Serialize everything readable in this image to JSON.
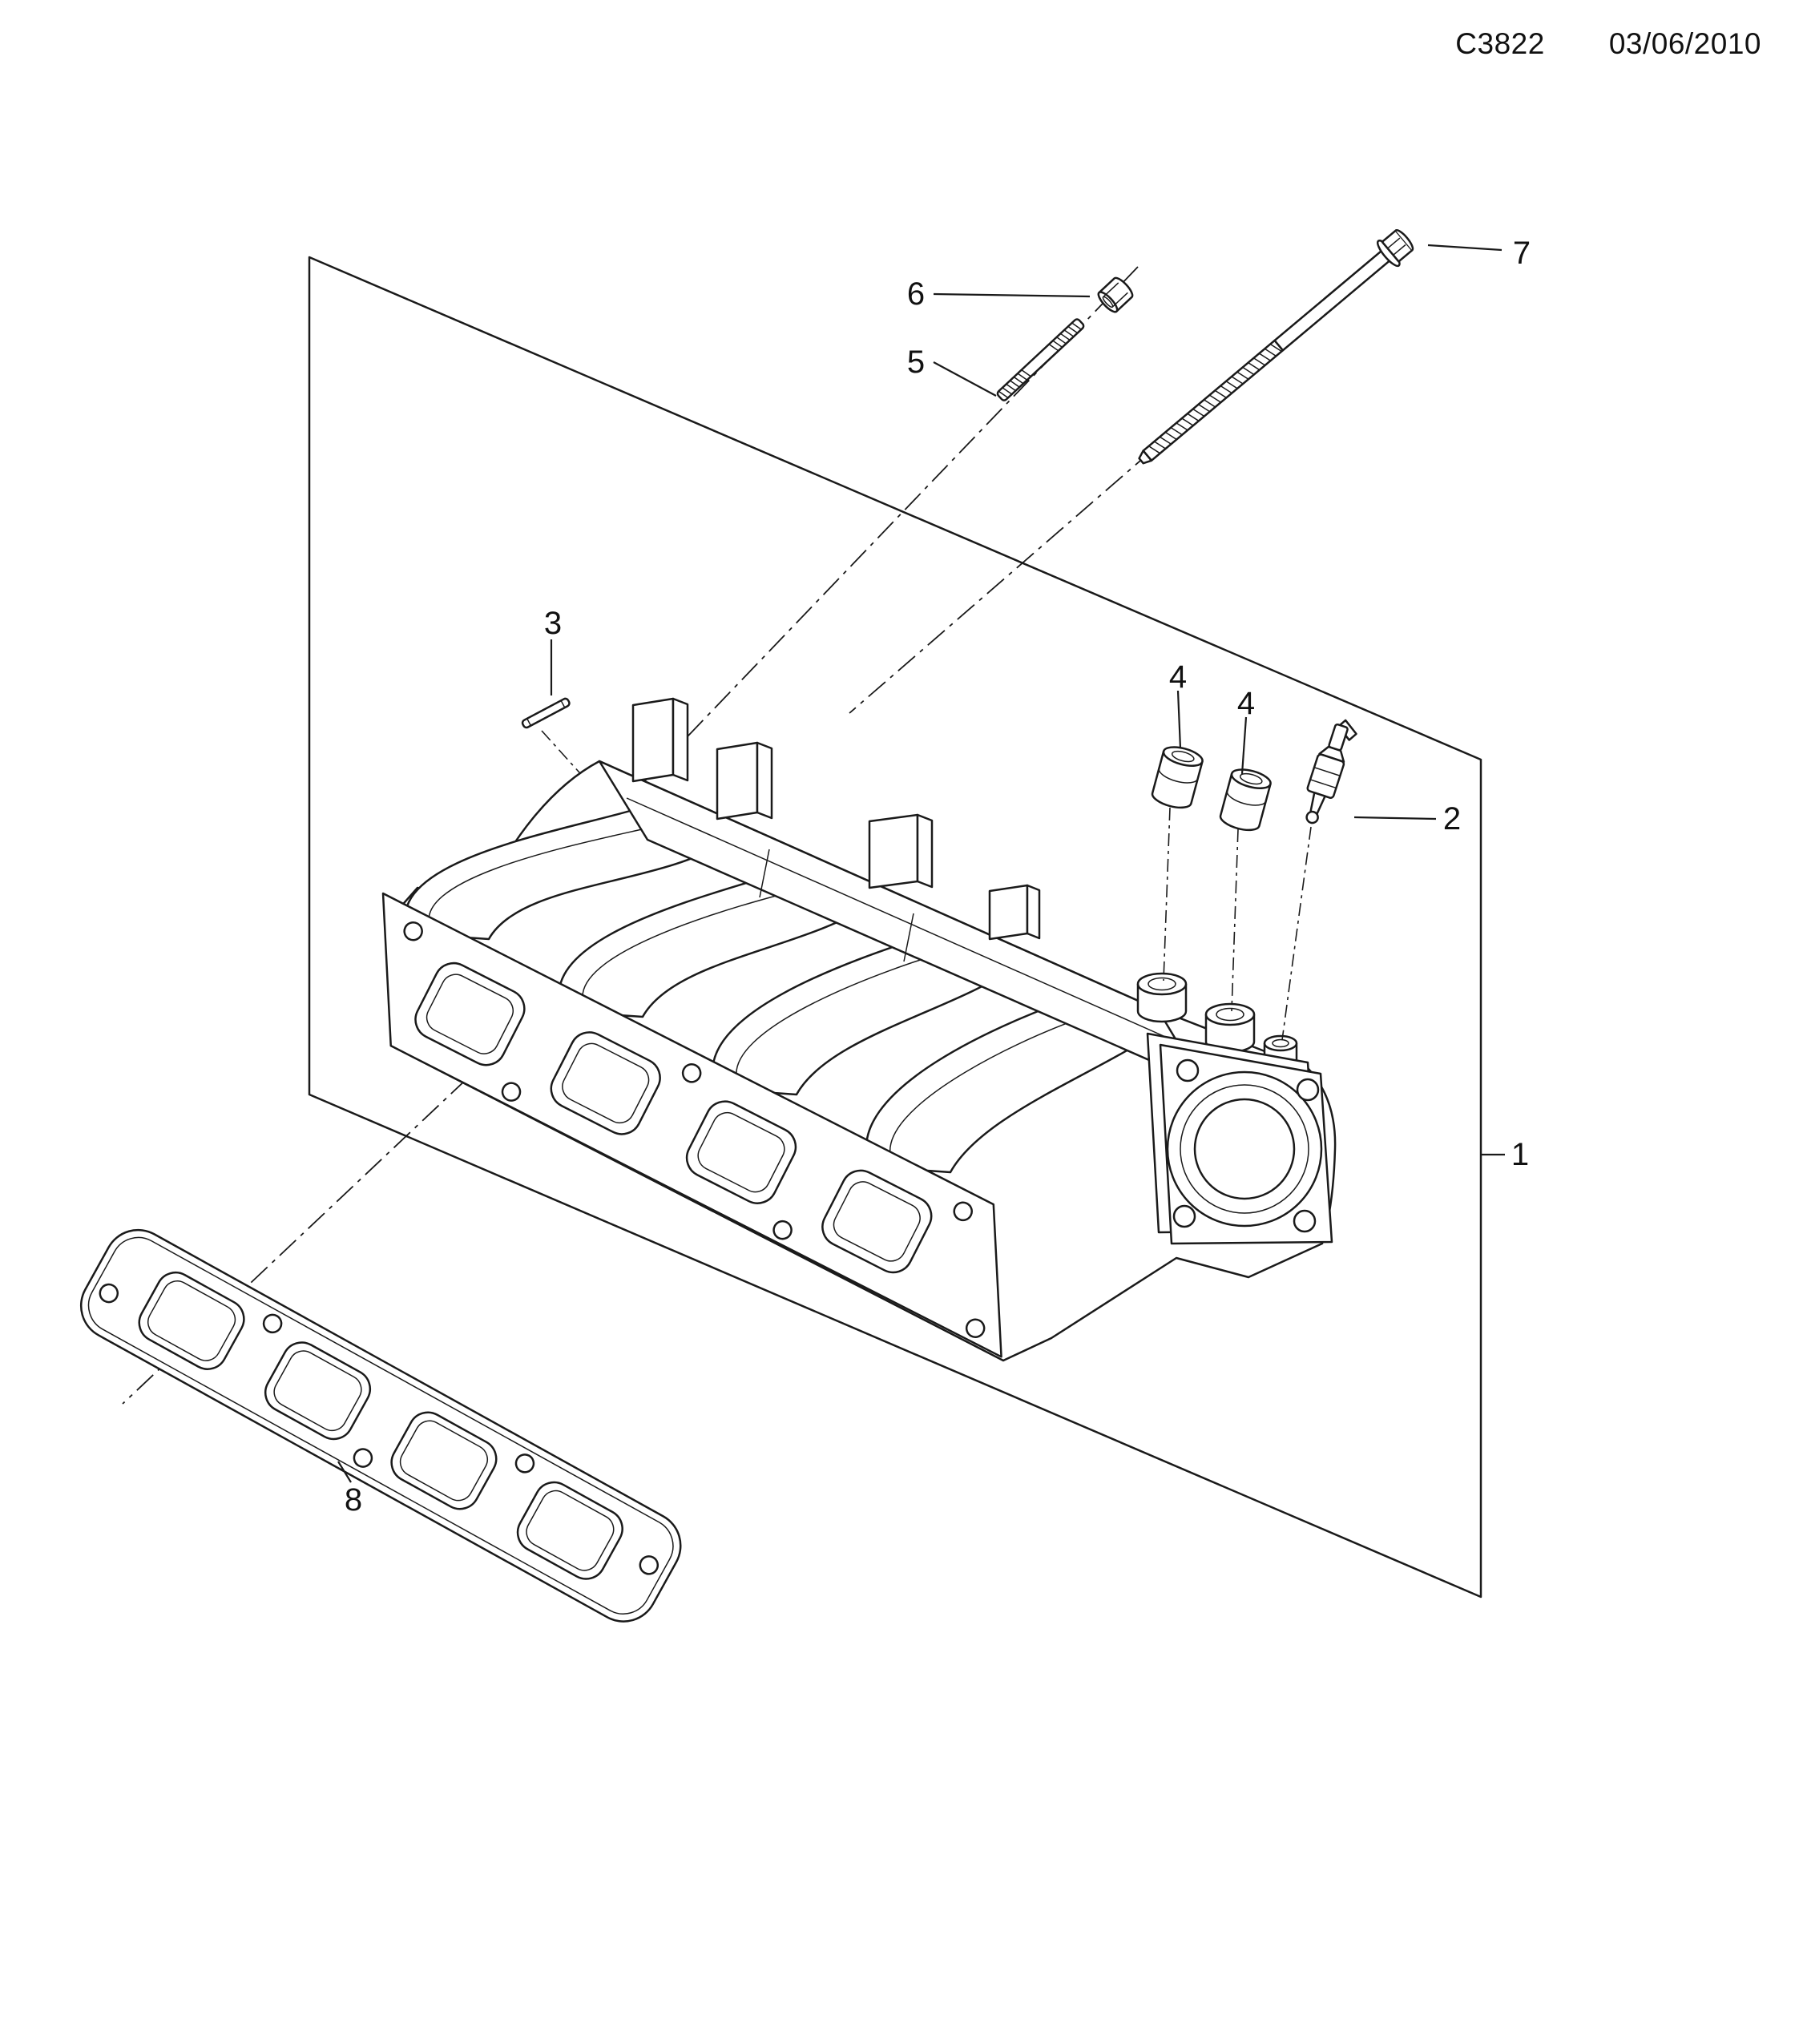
{
  "header": {
    "code": "C3822",
    "date": "03/06/2010"
  },
  "callouts": {
    "c1": "1",
    "c2": "2",
    "c3": "3",
    "c4a": "4",
    "c4b": "4",
    "c5": "5",
    "c6": "6",
    "c7": "7",
    "c8": "8"
  },
  "colors": {
    "line": "#1a1a1a",
    "background": "#ffffff"
  }
}
